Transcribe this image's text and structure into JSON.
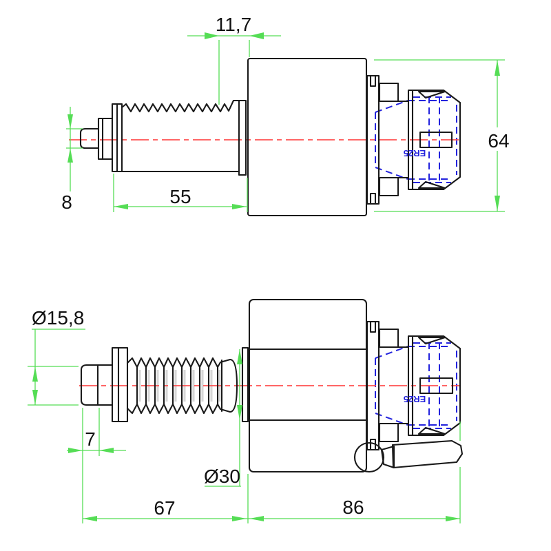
{
  "drawing": {
    "type": "2-view technical drawing of a VDI ER collet chuck tool holder",
    "views": [
      "top-side-view",
      "bottom-rotated-view"
    ]
  },
  "dims": {
    "neck_length": "11,7",
    "body_height": "64",
    "tip_diameter": "8",
    "shaft_length": "55",
    "pin_diameter": "Ø15,8",
    "tip_length": "7",
    "thread_diameter": "Ø30",
    "front_length": "67",
    "body_length": "86"
  },
  "labels": {
    "collet_size_top": "ER25",
    "collet_size_bottom": "ER25"
  },
  "colors": {
    "dimension": "#55dd55",
    "centerline": "#ff5050",
    "hidden": "#2323dd",
    "outline": "#1a1a1a",
    "background": "#ffffff",
    "thread_shading": "#c6c6c6"
  }
}
